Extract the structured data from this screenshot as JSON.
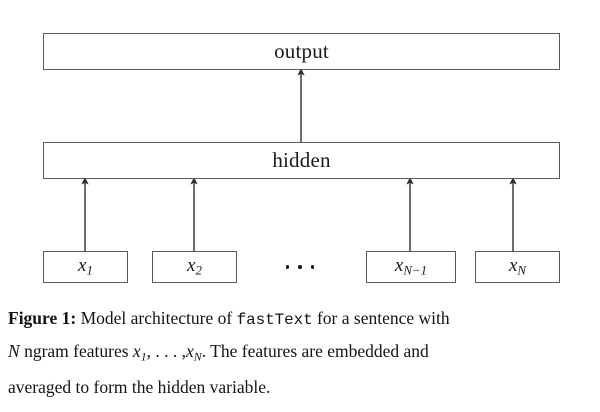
{
  "figure": {
    "layers": [
      {
        "id": "output",
        "label": "output"
      },
      {
        "id": "hidden",
        "label": "hidden"
      }
    ],
    "inputs": [
      {
        "id": "x1",
        "base": "x",
        "sub": "1"
      },
      {
        "id": "x2",
        "base": "x",
        "sub": "2"
      },
      {
        "id": "xNm1",
        "base": "x",
        "sub": "N−1"
      },
      {
        "id": "xN",
        "base": "x",
        "sub": "N"
      }
    ],
    "ellipsis": "· · ·",
    "arrow_count": 5,
    "colors": {
      "border": "#5a5a5a",
      "background": "#ffffff",
      "ink": "#1a1a1a",
      "arrow": "#3a3a3a"
    }
  },
  "caption": {
    "label": "Figure 1:",
    "line1_a": "Model architecture of",
    "mono_term": "fastText",
    "line1_b": "for a sentence with",
    "line2_a": "N",
    "line2_b": "ngram features",
    "line2_math1_base": "x",
    "line2_math1_sub": "1",
    "line2_math_sep": ", . . . ,",
    "line2_math2_base": "x",
    "line2_math2_sub": "N",
    "line2_c": ". The features are embedded and",
    "line3": "averaged to form the hidden variable."
  }
}
